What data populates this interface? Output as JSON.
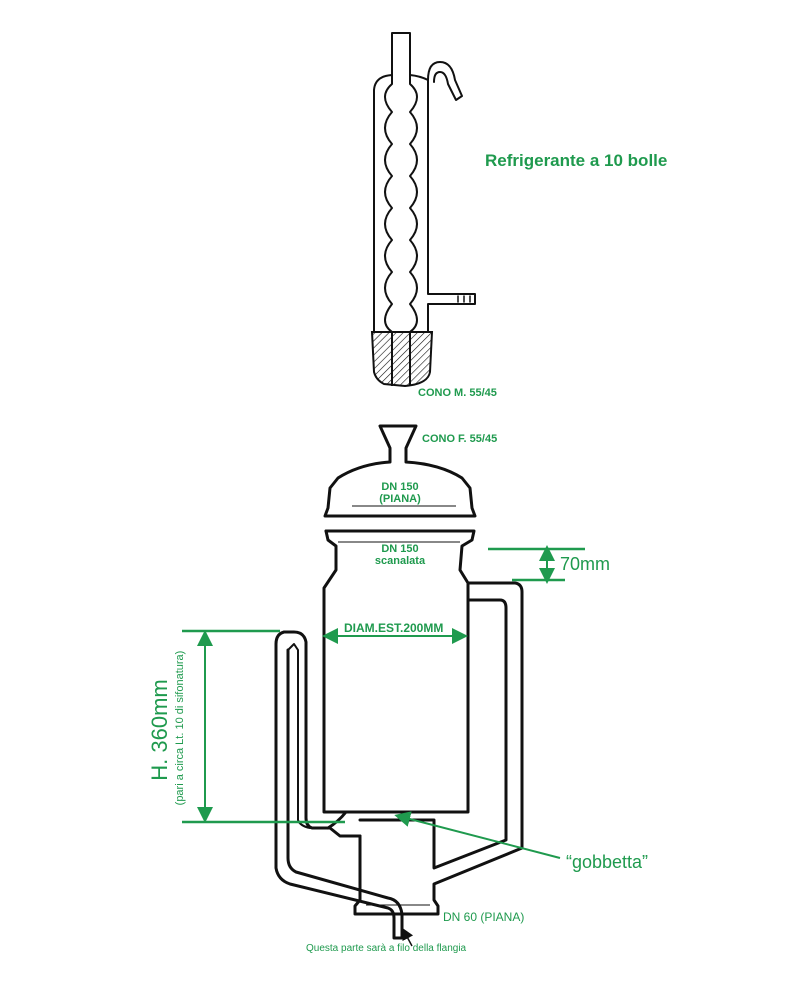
{
  "labels": {
    "condenser_title": "Refrigerante a 10 bolle",
    "male_cone": "CONO M. 55/45",
    "female_cone": "CONO F. 55/45",
    "lid_flange_line1": "DN 150",
    "lid_flange_line2": "(PIANA)",
    "body_flange_line1": "DN 150",
    "body_flange_line2": "scanalata",
    "offset_dimension": "70mm",
    "diameter": "DIAM.EST.200MM",
    "height": "H. 360mm",
    "height_note": "(pari a circa Lt. 10 di sifonatura)",
    "bump": "“gobbetta”",
    "bottom_flange": "DN 60 (PIANA)",
    "bottom_note": "Questa parte sarà a filo della flangia"
  },
  "colors": {
    "annotation": "#1f9a4e",
    "drawing": "#111111"
  }
}
